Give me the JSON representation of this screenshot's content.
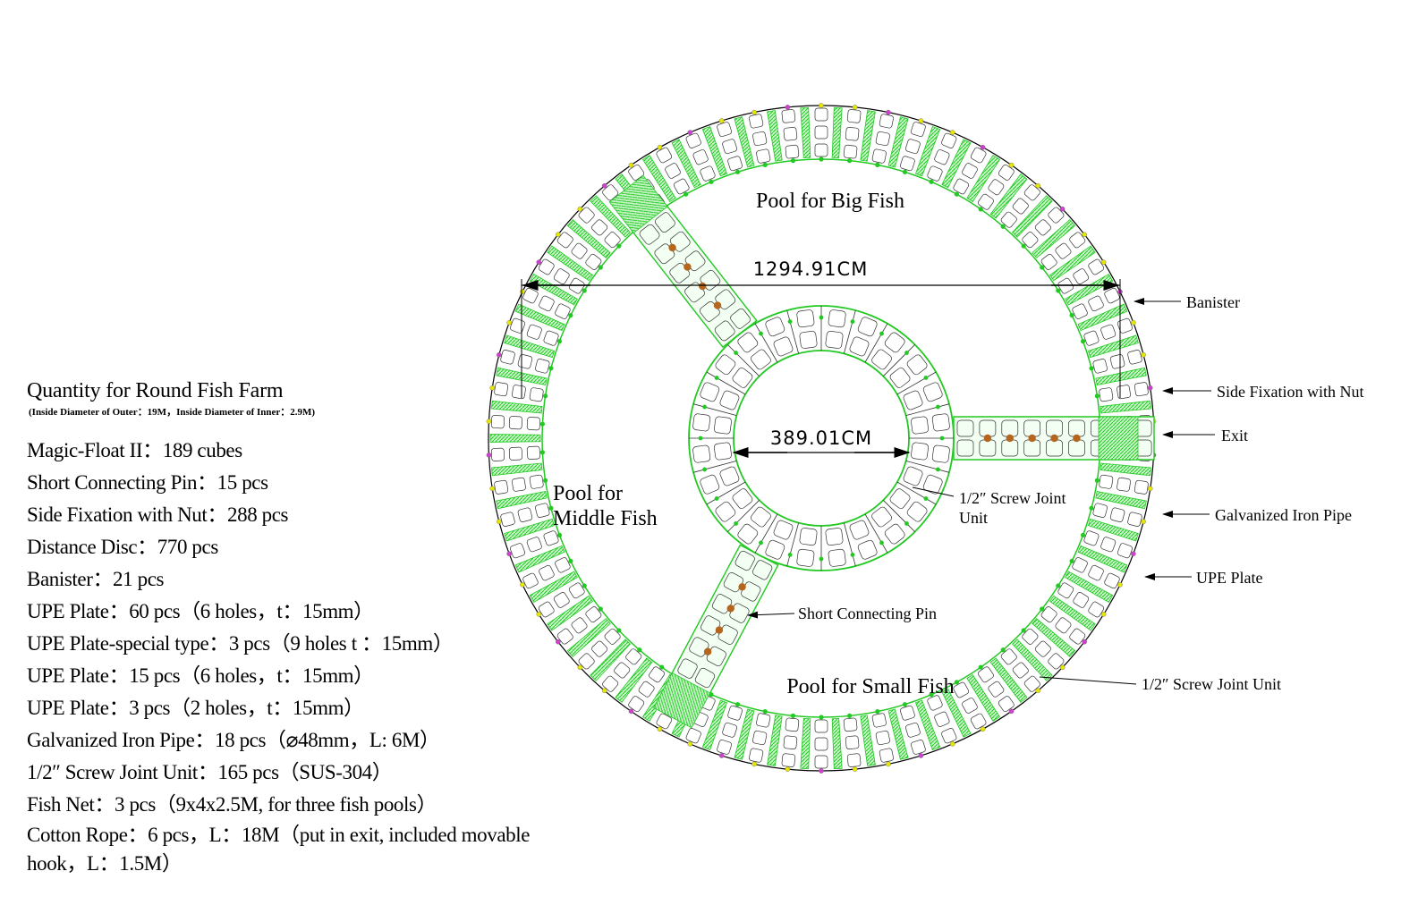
{
  "spec": {
    "title": "Quantity for Round Fish Farm",
    "subtitle": "(Inside Diameter of Outer：19M，Inside Diameter of Inner：2.9M)",
    "items": [
      "Magic-Float II：189 cubes",
      "Short Connecting Pin：15 pcs",
      "Side Fixation with Nut：288 pcs",
      "Distance Disc：770 pcs",
      "Banister：21 pcs",
      "UPE Plate：60 pcs（6 holes，t：15mm）",
      "UPE Plate-special type：3 pcs（9 holes t ：15mm）",
      "UPE Plate：15 pcs（6 holes，t：15mm）",
      "UPE Plate：3 pcs（2 holes，t：15mm）",
      "Galvanized Iron Pipe：18 pcs（⌀48mm，L: 6M）",
      "1/2″ Screw Joint Unit：165 pcs（SUS-304）",
      "Fish Net：3 pcs（9x4x2.5M, for three fish pools）",
      "Cotton Rope：6 pcs，L：18M（put in exit, included movable hook，L：1.5M）"
    ]
  },
  "diagram": {
    "pool_big": "Pool for Big Fish",
    "pool_middle_1": "Pool for",
    "pool_middle_2": "Middle Fish",
    "pool_small": "Pool for Small Fish",
    "dim_outer": "1294.91CM",
    "dim_inner": "389.01CM",
    "callouts": {
      "banister": "Banister",
      "side_fixation": "Side Fixation with Nut",
      "exit": "Exit",
      "iron_pipe": "Galvanized Iron Pipe",
      "upe_plate": "UPE Plate",
      "screw_joint": "1/2″ Screw Joint Unit",
      "screw_joint_inner_1": "1/2″ Screw Joint",
      "screw_joint_inner_2": "Unit",
      "short_pin": "Short Connecting Pin"
    },
    "colors": {
      "green": "#22c922",
      "dark_green": "#0a8a0a",
      "pin": "#b5651d",
      "yellow": "#e6e600",
      "magenta": "#d040d0",
      "line": "#000000"
    }
  }
}
